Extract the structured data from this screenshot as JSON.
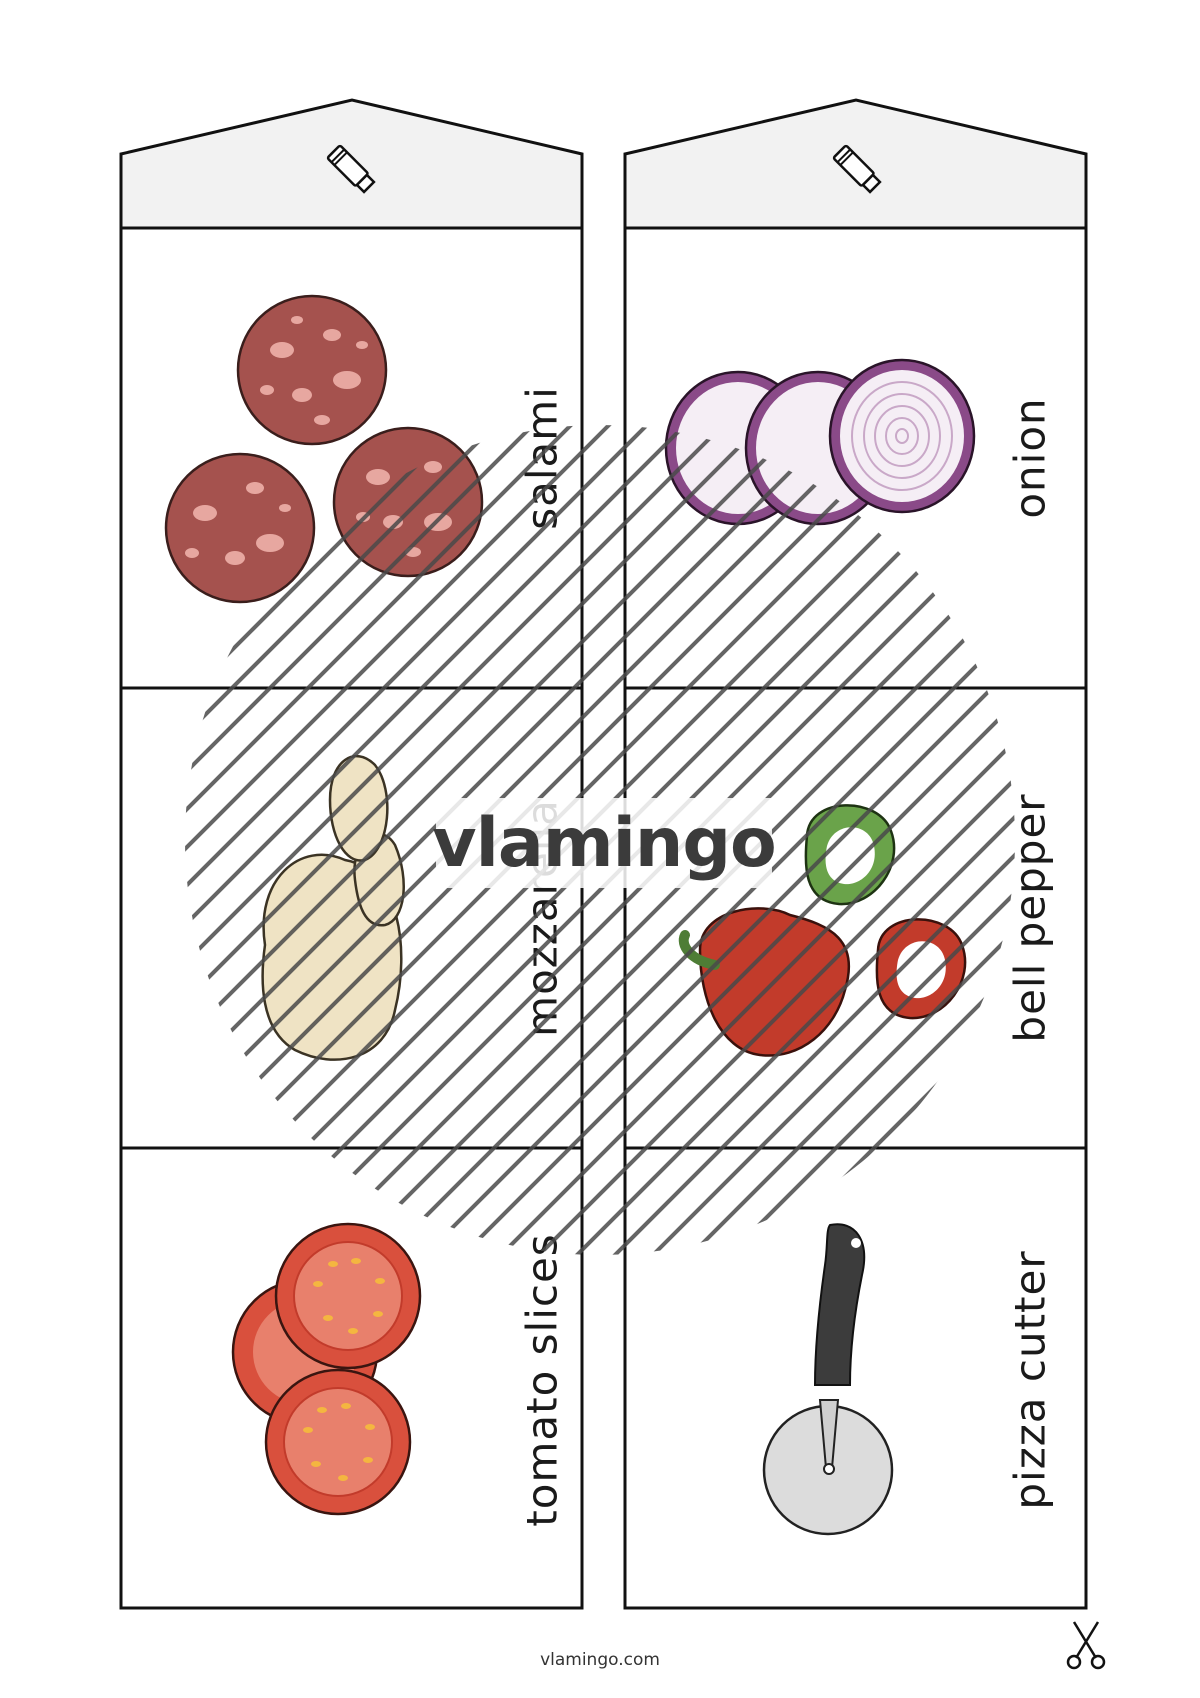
{
  "strips": [
    {
      "cards": [
        {
          "label": "salami",
          "icon": "salami-icon"
        },
        {
          "label": "mozzarella",
          "icon": "mozzarella-icon"
        },
        {
          "label": "tomato slices",
          "icon": "tomato-slices-icon"
        }
      ],
      "tab_icon": "glue-stick-icon"
    },
    {
      "cards": [
        {
          "label": "onion",
          "icon": "onion-icon"
        },
        {
          "label": "bell pepper",
          "icon": "bell-pepper-icon"
        },
        {
          "label": "pizza cutter",
          "icon": "pizza-cutter-icon"
        }
      ],
      "tab_icon": "glue-stick-icon"
    }
  ],
  "watermark": {
    "text": "vlamingo"
  },
  "footer": {
    "url": "vlamingo.com",
    "cut_icon": "scissors-icon"
  },
  "colors": {
    "tab_fill": "#f2f2f2",
    "outline": "#111111",
    "salami": "#a5524e",
    "tomato": "#d9503d",
    "onion": "#8a4a88",
    "pepper_red": "#c23b2b",
    "pepper_green": "#6aa34a",
    "mozzarella": "#efe3c4"
  }
}
